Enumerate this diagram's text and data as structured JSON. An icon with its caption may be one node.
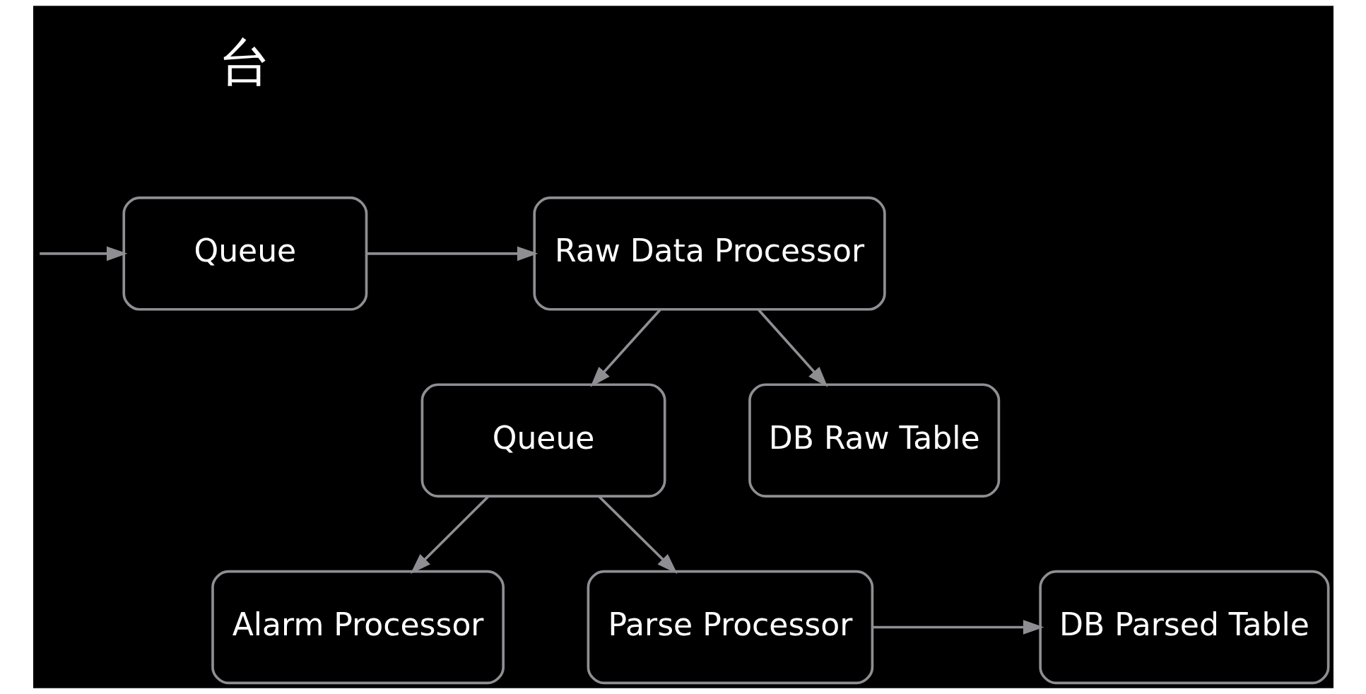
{
  "diagram": {
    "nodes": [
      {
        "text": [
          "Queue"
        ]
      },
      {
        "text": [
          "Raw Data Processor"
        ]
      },
      {
        "text": [
          "Queue"
        ]
      },
      {
        "text": [
          "DB Raw Table"
        ]
      },
      {
        "text": [
          "Alarm Processor"
        ]
      },
      {
        "text": [
          "Parse Processor"
        ]
      },
      {
        "text": [
          "DB Parsed Table"
        ]
      }
    ],
    "edges": [
      {
        "from": null,
        "to": 0,
        "arrow": "to"
      },
      {
        "from": 0,
        "to": 1,
        "arrow": "to"
      },
      {
        "from": 1,
        "to": 2,
        "arrow": "to"
      },
      {
        "from": 1,
        "to": 3,
        "arrow": "to"
      },
      {
        "from": 2,
        "to": 4,
        "arrow": "to"
      },
      {
        "from": 2,
        "to": 5,
        "arrow": "to"
      },
      {
        "from": 5,
        "to": 6,
        "arrow": "to"
      }
    ],
    "labels": [
      "台"
    ]
  }
}
